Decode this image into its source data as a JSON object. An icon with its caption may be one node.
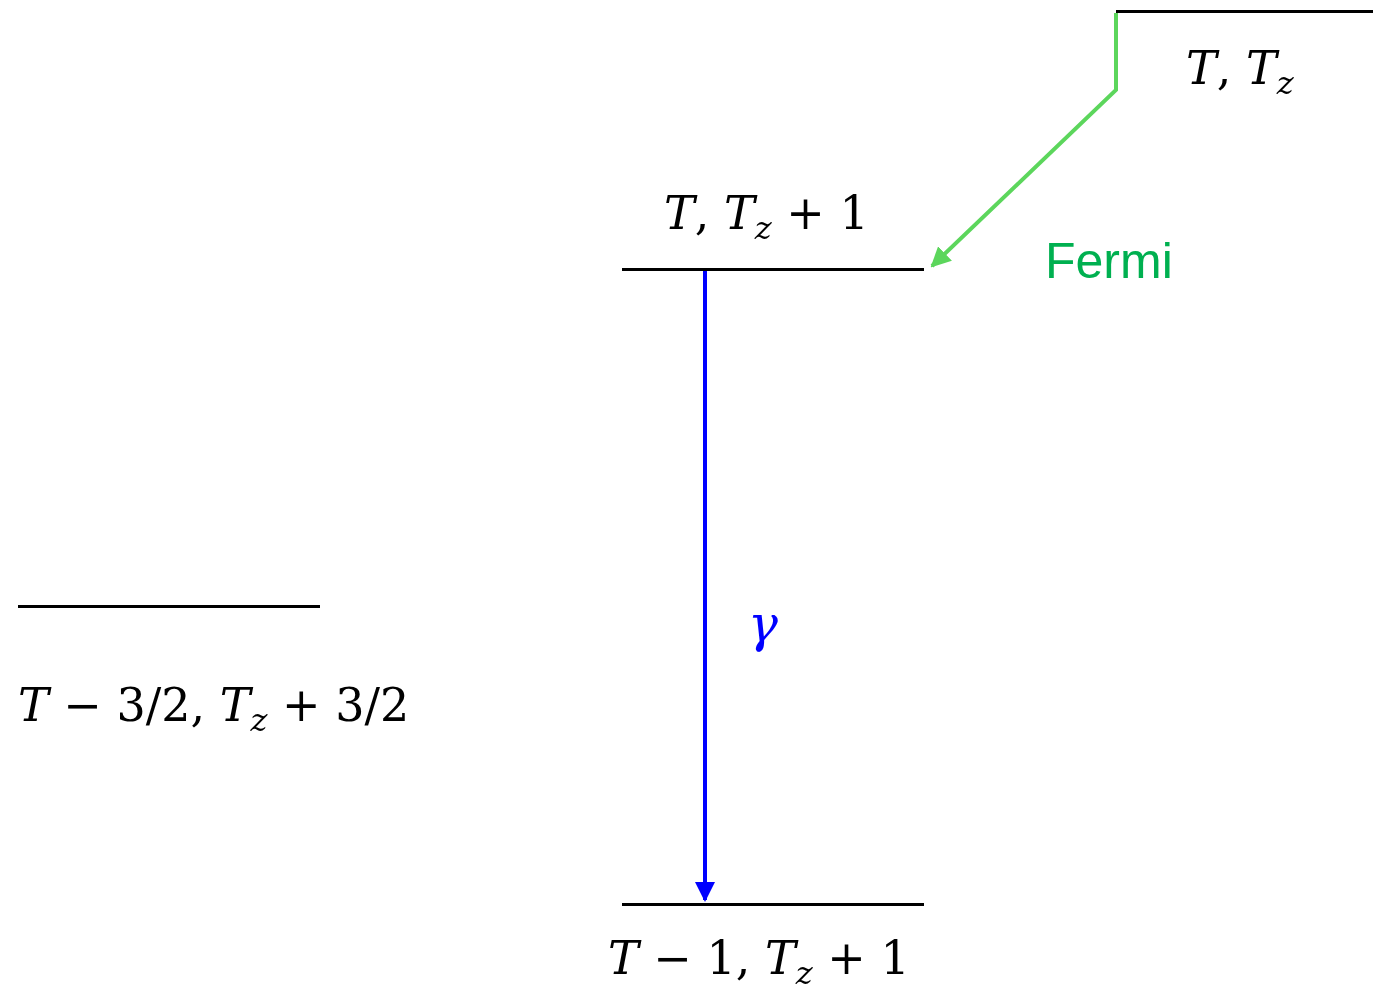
{
  "diagram": {
    "nodes": [
      {
        "text": [
          "*T*, *T*$_{z}$"
        ]
      },
      {
        "text": [
          "*T*, *T*$_{z}$ + 1"
        ]
      },
      {
        "text": [
          "*T* − 3/2, *T*$_{z}$ + 3/2"
        ]
      },
      {
        "text": [
          "*T* − 1, *T*$_{z}$ + 1"
        ]
      }
    ],
    "edges": [
      {
        "from": 0,
        "to": 1,
        "arrow": "to",
        "label": "Fermi",
        "color": "#5cd65c"
      },
      {
        "from": 1,
        "to": 3,
        "arrow": "to",
        "label": "γ",
        "color": "#0000ff"
      }
    ]
  }
}
